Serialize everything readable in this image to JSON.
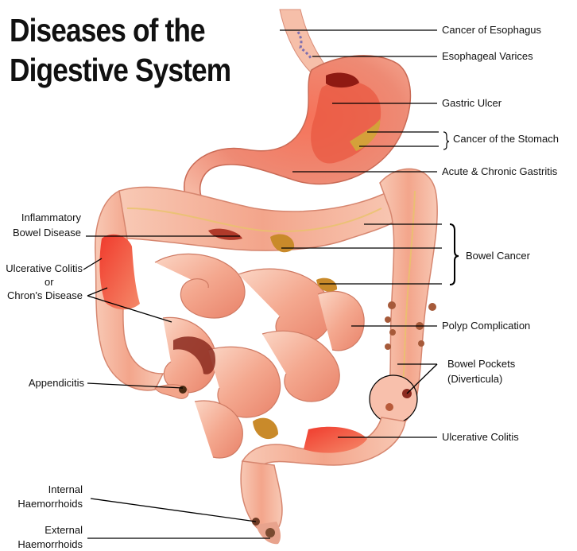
{
  "title": {
    "line1": "Diseases of the",
    "line2": "Digestive System"
  },
  "labels": {
    "cancer_esophagus": "Cancer of Esophagus",
    "esophageal_varices": "Esophageal Varices",
    "gastric_ulcer": "Gastric Ulcer",
    "cancer_stomach": "Cancer of the Stomach",
    "gastritis": "Acute & Chronic Gastritis",
    "ibd_line1": "Inflammatory",
    "ibd_line2": "Bowel Disease",
    "bowel_cancer": "Bowel Cancer",
    "uc_left_line1": "Ulcerative Colitis",
    "uc_left_line2": "or",
    "uc_left_line3": "Chron's Disease",
    "polyp": "Polyp Complication",
    "pockets_line1": "Bowel Pockets",
    "pockets_line2": "(Diverticula)",
    "appendicitis": "Appendicitis",
    "uc_right": "Ulcerative Colitis",
    "int_haem_line1": "Internal",
    "int_haem_line2": "Haemorrhoids",
    "ext_haem_line1": "External",
    "ext_haem_line2": "Haemorrhoids"
  },
  "colors": {
    "tissue": "#f3a78f",
    "tissue_light": "#f9cdb9",
    "tissue_dark": "#d9725c",
    "inflamed": "#e8282a",
    "lesion": "#d4a13a",
    "leader": "#000000"
  }
}
